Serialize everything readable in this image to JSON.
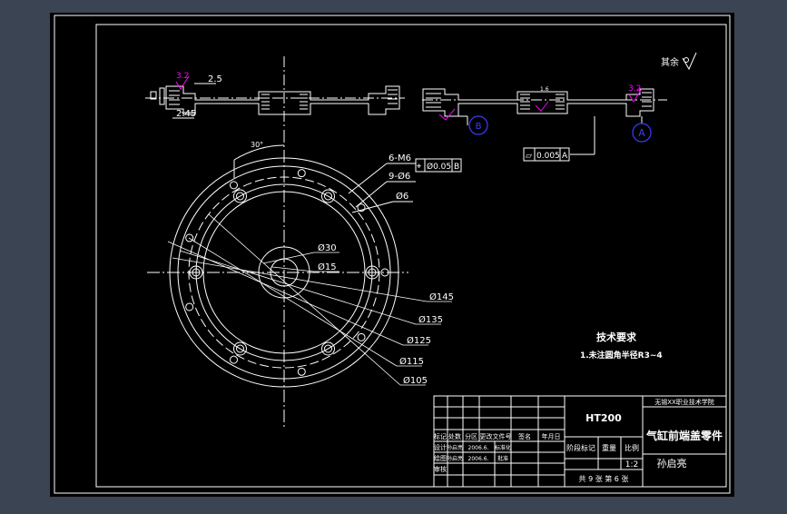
{
  "colors": {
    "workspace": "#3b4453",
    "paper": "#000000",
    "line": "#ffffff",
    "magenta": "#ff00ff",
    "blue": "#3c3cff"
  },
  "finish_note": "其余",
  "dims": {
    "d25": "2.5",
    "d245": "2.45",
    "rough_left": "3.2",
    "rough_right": "3.2",
    "rough_small": "1.6",
    "angle": "30°",
    "holes_m6": "6-M6",
    "holes_9": "9-Ø6",
    "d6": "Ø6",
    "d30": "Ø30",
    "d15": "Ø15",
    "d145": "Ø145",
    "d135": "Ø135",
    "d125": "Ø125",
    "d115": "Ø115",
    "d105": "Ø105"
  },
  "tolerances": {
    "position": {
      "symbol": "⌖",
      "value": "Ø0.05",
      "datum": "B"
    },
    "flatness": {
      "symbol": "▱",
      "value": "0.005",
      "datum": "A"
    }
  },
  "datums": {
    "a": "A",
    "b": "B"
  },
  "tech_req": {
    "title": "技术要求",
    "item1": "1.未注圆角半径R3~4"
  },
  "title_block": {
    "material": "HT200",
    "school": "无锡XX职业技术学院",
    "part_name": "气缸前端盖零件",
    "drawer": "孙启亮",
    "scale_label": "比例",
    "scale_value": "1:2",
    "weight_label": "重量",
    "stage_label": "阶段标记",
    "sheets": "共 9 张  第 6 张",
    "headers": {
      "mark": "标记",
      "count": "处数",
      "zone": "分区",
      "doc": "更改文件号",
      "sign": "签名",
      "date": "年月日"
    },
    "row_design": {
      "role": "设计",
      "name": "孙启亮",
      "date": "2006.6.",
      "std": "标准化"
    },
    "row_check": {
      "role": "绘图",
      "name": "孙启亮",
      "date": "2006.6.",
      "std": "批准"
    },
    "row_audit": {
      "role": "审核"
    }
  }
}
